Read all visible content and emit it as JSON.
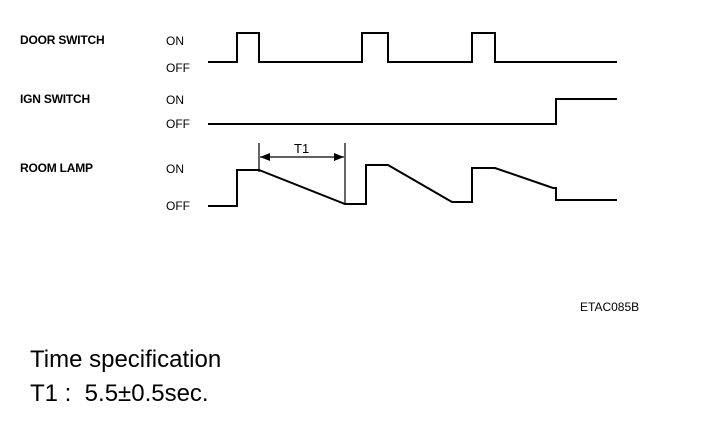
{
  "diagram": {
    "signals": [
      {
        "label": "DOOR SWITCH",
        "on": "ON",
        "off": "OFF"
      },
      {
        "label": "IGN SWITCH",
        "on": "ON",
        "off": "OFF"
      },
      {
        "label": "ROOM LAMP",
        "on": "ON",
        "off": "OFF"
      }
    ],
    "t1_label": "T1",
    "figure_code": "ETAC085B"
  },
  "spec": {
    "title": "Time specification",
    "line": "T1 :  5.5±0.5sec."
  }
}
